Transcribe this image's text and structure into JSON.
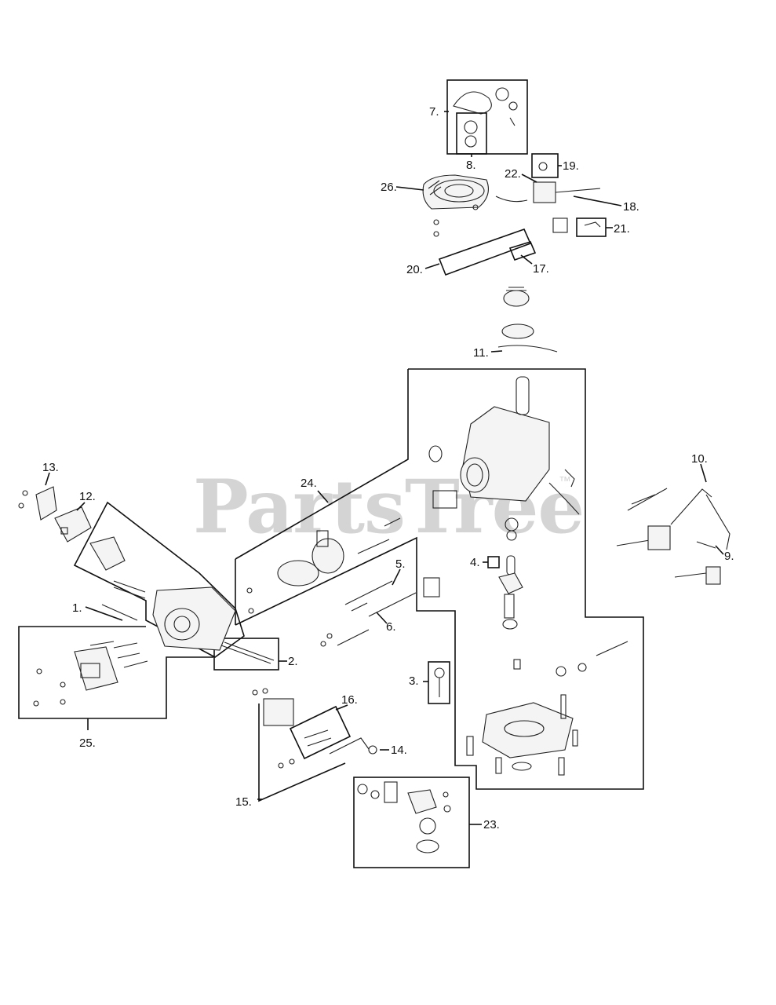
{
  "diagram": {
    "watermark": "PartsTree",
    "watermark_tm": "™",
    "callouts": [
      {
        "id": "1",
        "label": "1."
      },
      {
        "id": "2",
        "label": "2."
      },
      {
        "id": "3",
        "label": "3."
      },
      {
        "id": "4",
        "label": "4."
      },
      {
        "id": "5",
        "label": "5."
      },
      {
        "id": "6",
        "label": "6."
      },
      {
        "id": "7",
        "label": "7."
      },
      {
        "id": "8",
        "label": "8."
      },
      {
        "id": "9",
        "label": "9."
      },
      {
        "id": "10",
        "label": "10."
      },
      {
        "id": "11",
        "label": "11."
      },
      {
        "id": "12",
        "label": "12."
      },
      {
        "id": "13",
        "label": "13."
      },
      {
        "id": "14",
        "label": "14."
      },
      {
        "id": "15",
        "label": "15."
      },
      {
        "id": "16",
        "label": "16."
      },
      {
        "id": "17",
        "label": "17."
      },
      {
        "id": "18",
        "label": "18."
      },
      {
        "id": "19",
        "label": "19."
      },
      {
        "id": "20",
        "label": "20."
      },
      {
        "id": "21",
        "label": "21."
      },
      {
        "id": "22",
        "label": "22."
      },
      {
        "id": "23",
        "label": "23."
      },
      {
        "id": "24",
        "label": "24."
      },
      {
        "id": "25",
        "label": "25."
      },
      {
        "id": "26",
        "label": "26."
      }
    ]
  }
}
